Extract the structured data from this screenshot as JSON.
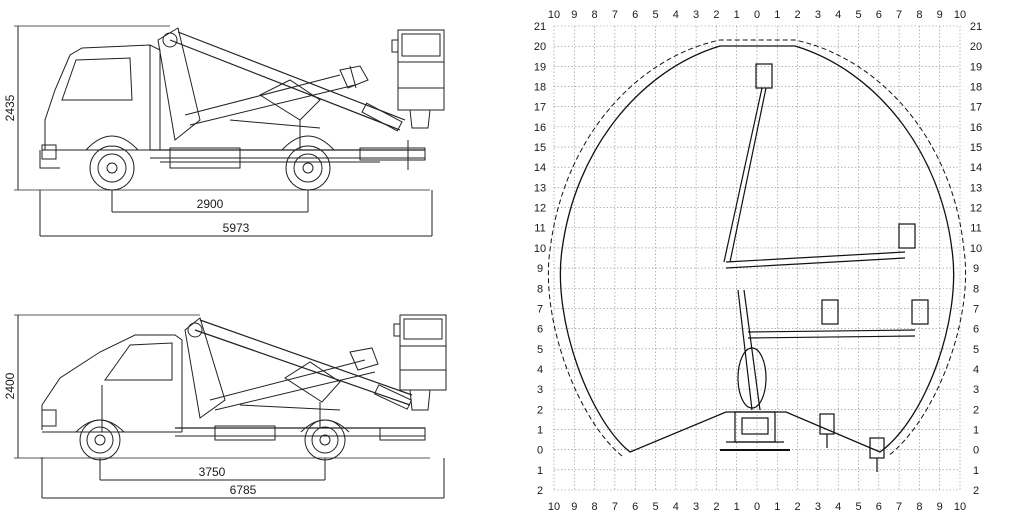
{
  "truck_top": {
    "height_label": "2435",
    "wheelbase_label": "2900",
    "length_label": "5973"
  },
  "truck_bottom": {
    "height_label": "2400",
    "wheelbase_label": "3750",
    "length_label": "6785"
  },
  "working_envelope": {
    "top_axis_labels": [
      "10",
      "9",
      "8",
      "7",
      "6",
      "5",
      "4",
      "3",
      "2",
      "1",
      "0",
      "1",
      "2",
      "3",
      "4",
      "5",
      "6",
      "7",
      "8",
      "9",
      "10"
    ],
    "bottom_axis_labels": [
      "10",
      "9",
      "8",
      "7",
      "6",
      "5",
      "4",
      "3",
      "2",
      "1",
      "0",
      "1",
      "2",
      "3",
      "4",
      "5",
      "6",
      "7",
      "8",
      "9",
      "10"
    ],
    "left_axis_labels": [
      "21",
      "20",
      "19",
      "18",
      "17",
      "16",
      "15",
      "14",
      "13",
      "12",
      "11",
      "10",
      "9",
      "8",
      "7",
      "6",
      "5",
      "4",
      "3",
      "2",
      "1",
      "0",
      "1",
      "2"
    ],
    "right_axis_labels": [
      "21",
      "20",
      "19",
      "18",
      "17",
      "16",
      "15",
      "14",
      "13",
      "12",
      "11",
      "10",
      "9",
      "8",
      "7",
      "6",
      "5",
      "4",
      "3",
      "2",
      "1",
      "0",
      "1",
      "2"
    ]
  }
}
